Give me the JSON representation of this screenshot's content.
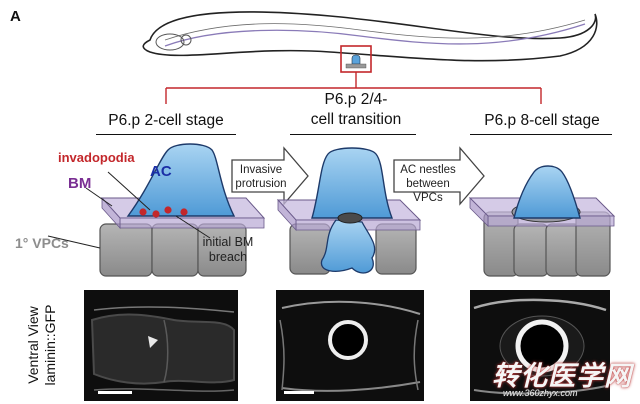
{
  "panel_letter": "A",
  "stages": [
    {
      "lines": [
        "P6.p 2-cell stage"
      ]
    },
    {
      "lines": [
        "P6.p 2/4-",
        "cell transition"
      ]
    },
    {
      "lines": [
        "P6.p 8-cell stage"
      ]
    }
  ],
  "labels": {
    "invadopodia": "invadopodia",
    "ac": "AC",
    "bm": "BM",
    "vpcs": "1° VPCs",
    "breach_line1": "initial BM",
    "breach_line2": "breach"
  },
  "arrows": [
    {
      "line1": "Invasive",
      "line2": "protrusion"
    },
    {
      "line1": "AC nestles",
      "line2": "between VPCs"
    }
  ],
  "micrograph_label": {
    "line1": "Ventral View",
    "line2": "laminin::GFP"
  },
  "watermark": {
    "text": "转化医学网",
    "url": "www.360zhyx.com"
  },
  "colors": {
    "ac_blue": "#7fbde6",
    "bm_purple": "#b9a9d4",
    "vpc_gray": "#9a9a9a",
    "red": "#c3272b",
    "highlight_red": "#c3272b"
  }
}
